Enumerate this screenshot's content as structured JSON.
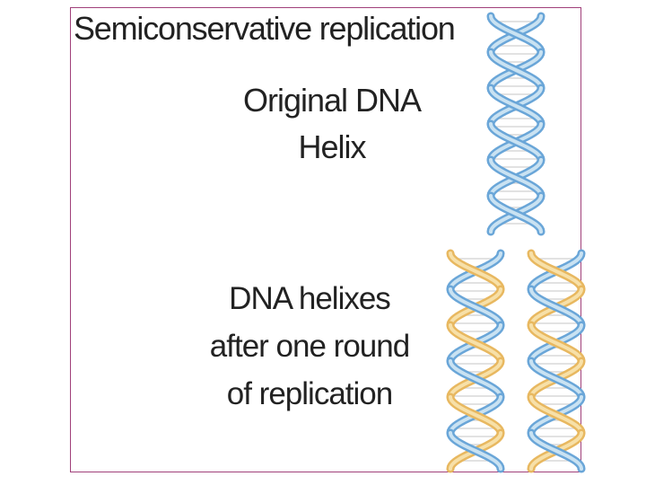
{
  "title": "Semiconservative replication",
  "labels": {
    "original": "Original DNA\nHelix",
    "after": "DNA helixes\nafter one round\nof replication"
  },
  "colors": {
    "frame": "#a0407a",
    "parent_strand": "#6aa6d8",
    "parent_strand_light": "#c9e2f2",
    "new_strand": "#e8b860",
    "new_strand_light": "#f7e0a8",
    "rung": "#d9d9d9"
  },
  "helices": [
    {
      "name": "original-helix",
      "strands": [
        "parent",
        "parent"
      ]
    },
    {
      "name": "daughter-helix-left",
      "strands": [
        "new",
        "parent"
      ]
    },
    {
      "name": "daughter-helix-right",
      "strands": [
        "new",
        "parent"
      ]
    }
  ]
}
